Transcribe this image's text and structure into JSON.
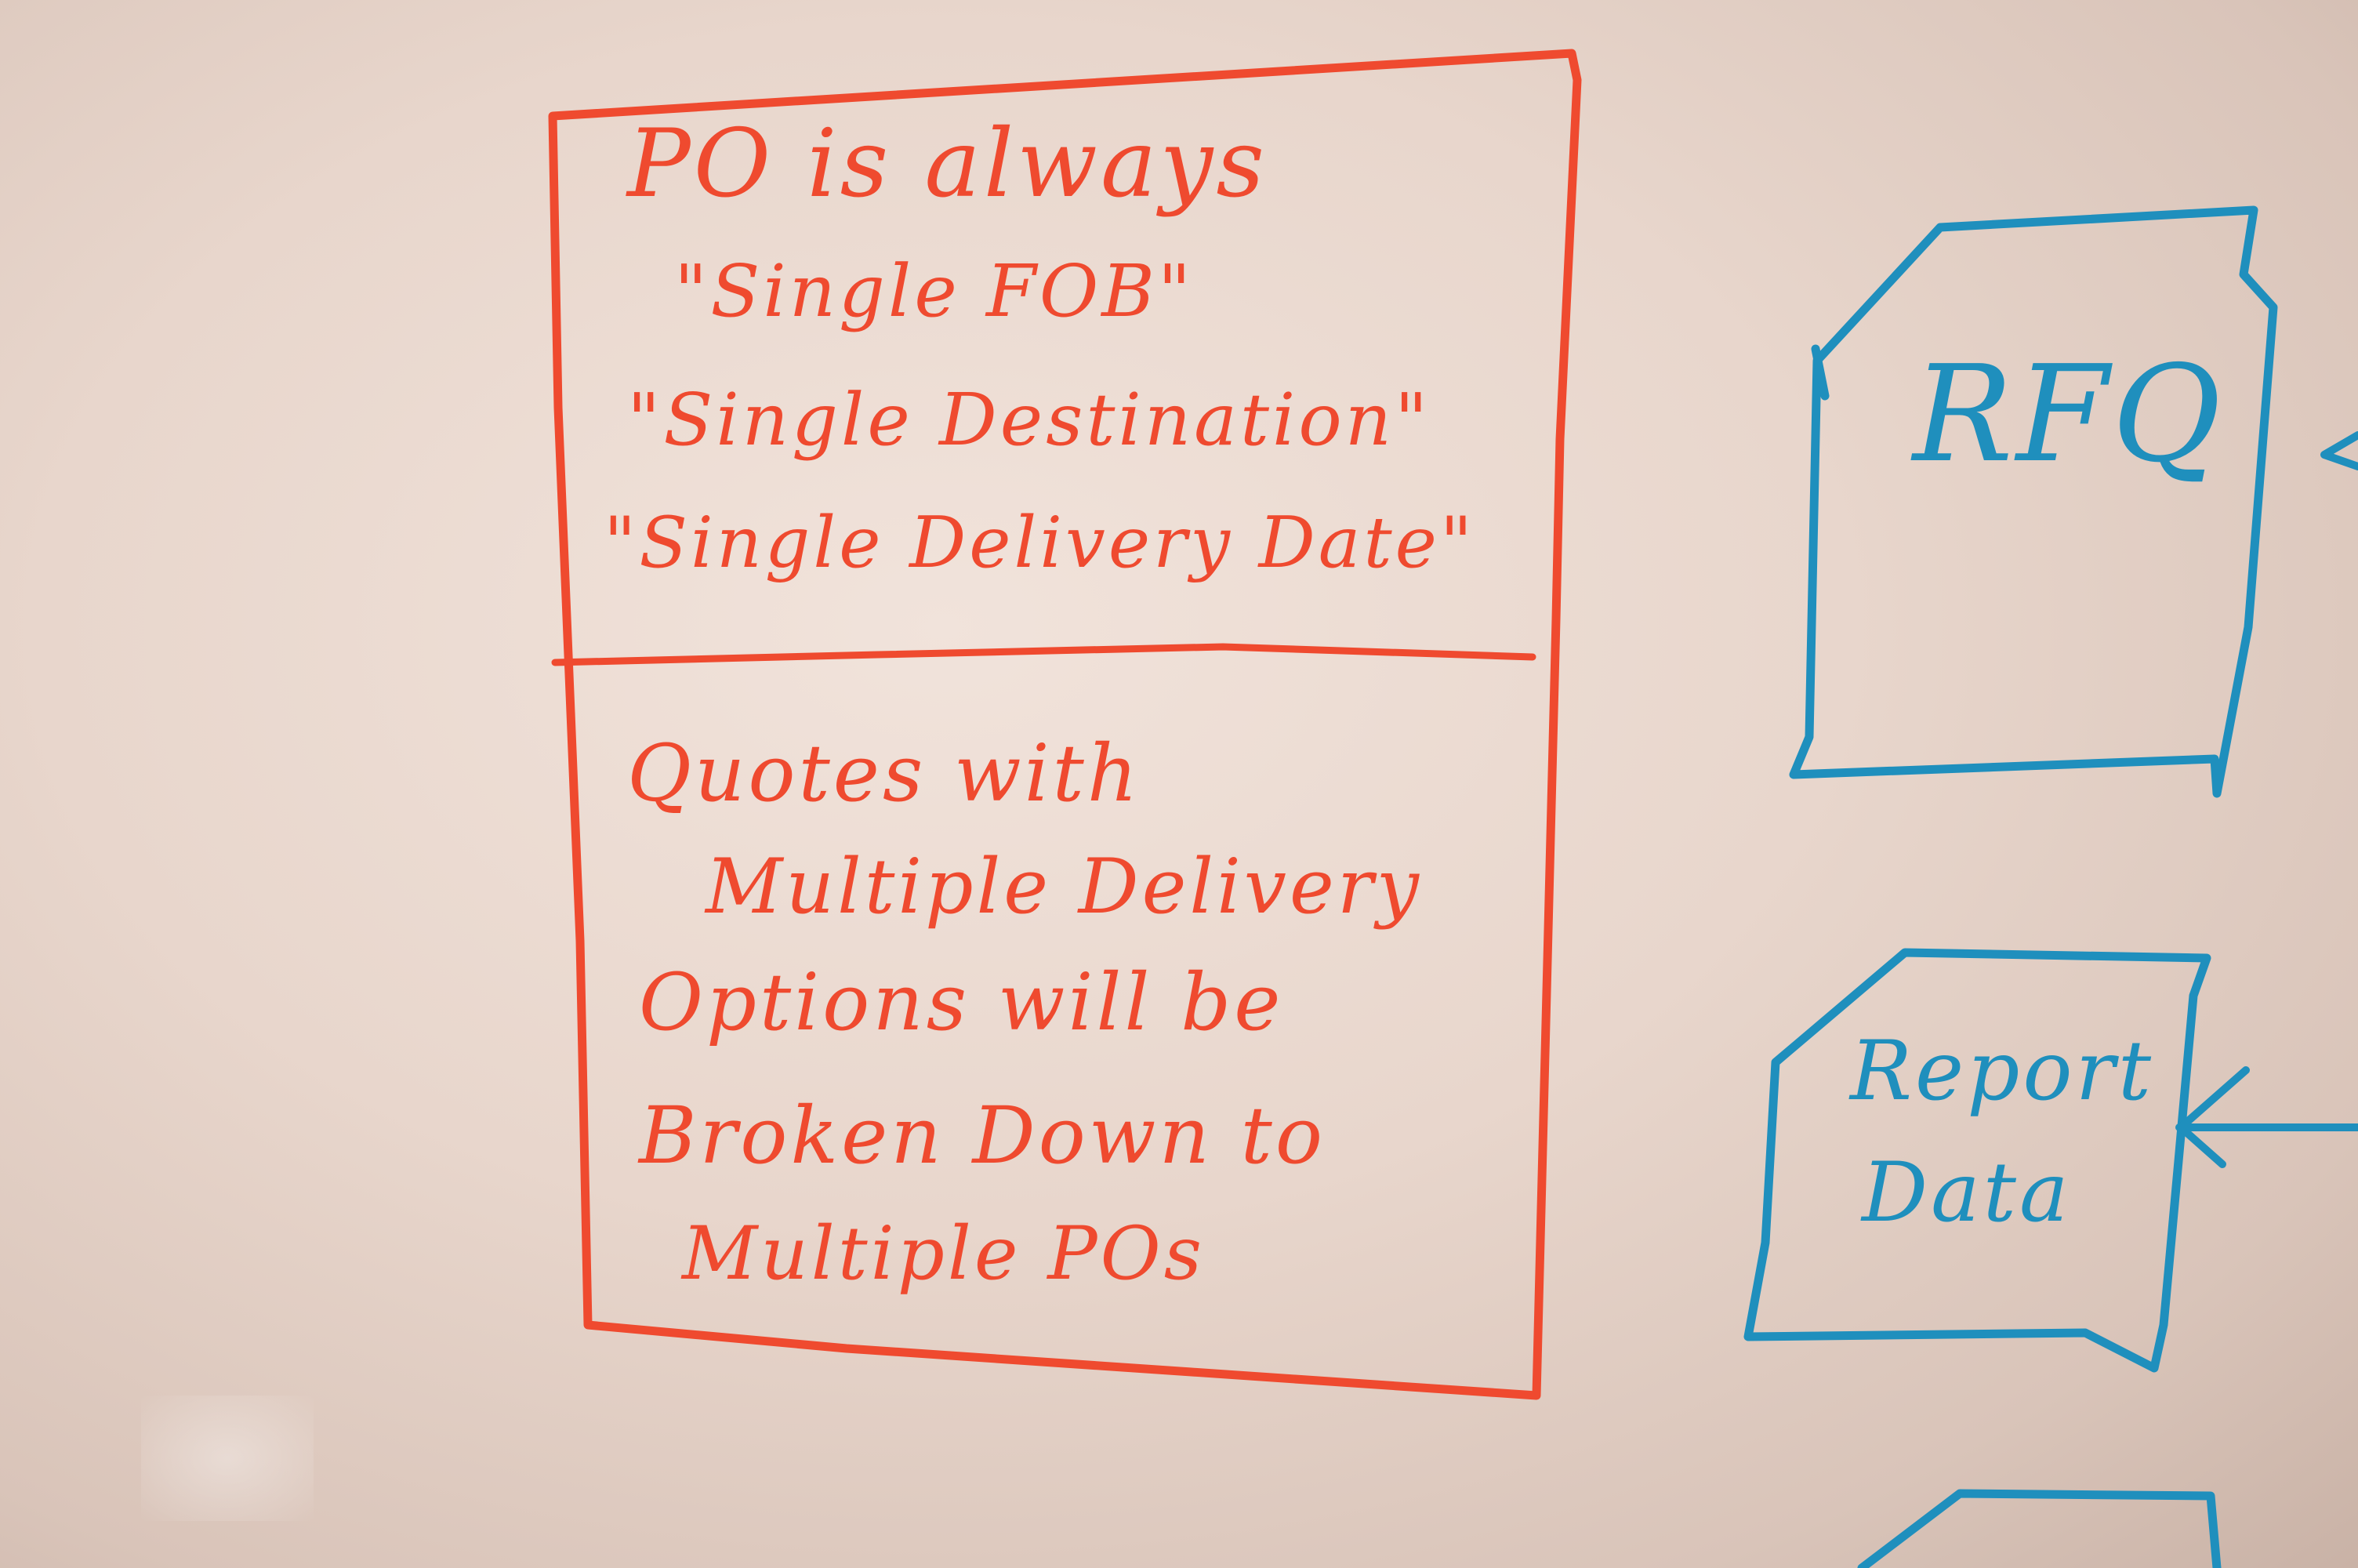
{
  "colors": {
    "board": "#ead9cf",
    "red_marker": "#ef4a2f",
    "blue_marker": "#1f8fbd"
  },
  "red_box": {
    "top_section": {
      "line1": "PO is always",
      "line2": "\"Single FOB\"",
      "line3": "\"Single Destination\"",
      "line4": "\"Single Delivery Date\""
    },
    "bottom_section": {
      "line1": "Quotes with",
      "line2": "Multiple Delivery",
      "line3": "Options will be",
      "line4": "Broken Down to",
      "line5": "Multiple POs"
    }
  },
  "blue_shapes": {
    "rfq_label": "RFQ",
    "report_label_line1": "Report",
    "report_label_line2": "Data"
  }
}
